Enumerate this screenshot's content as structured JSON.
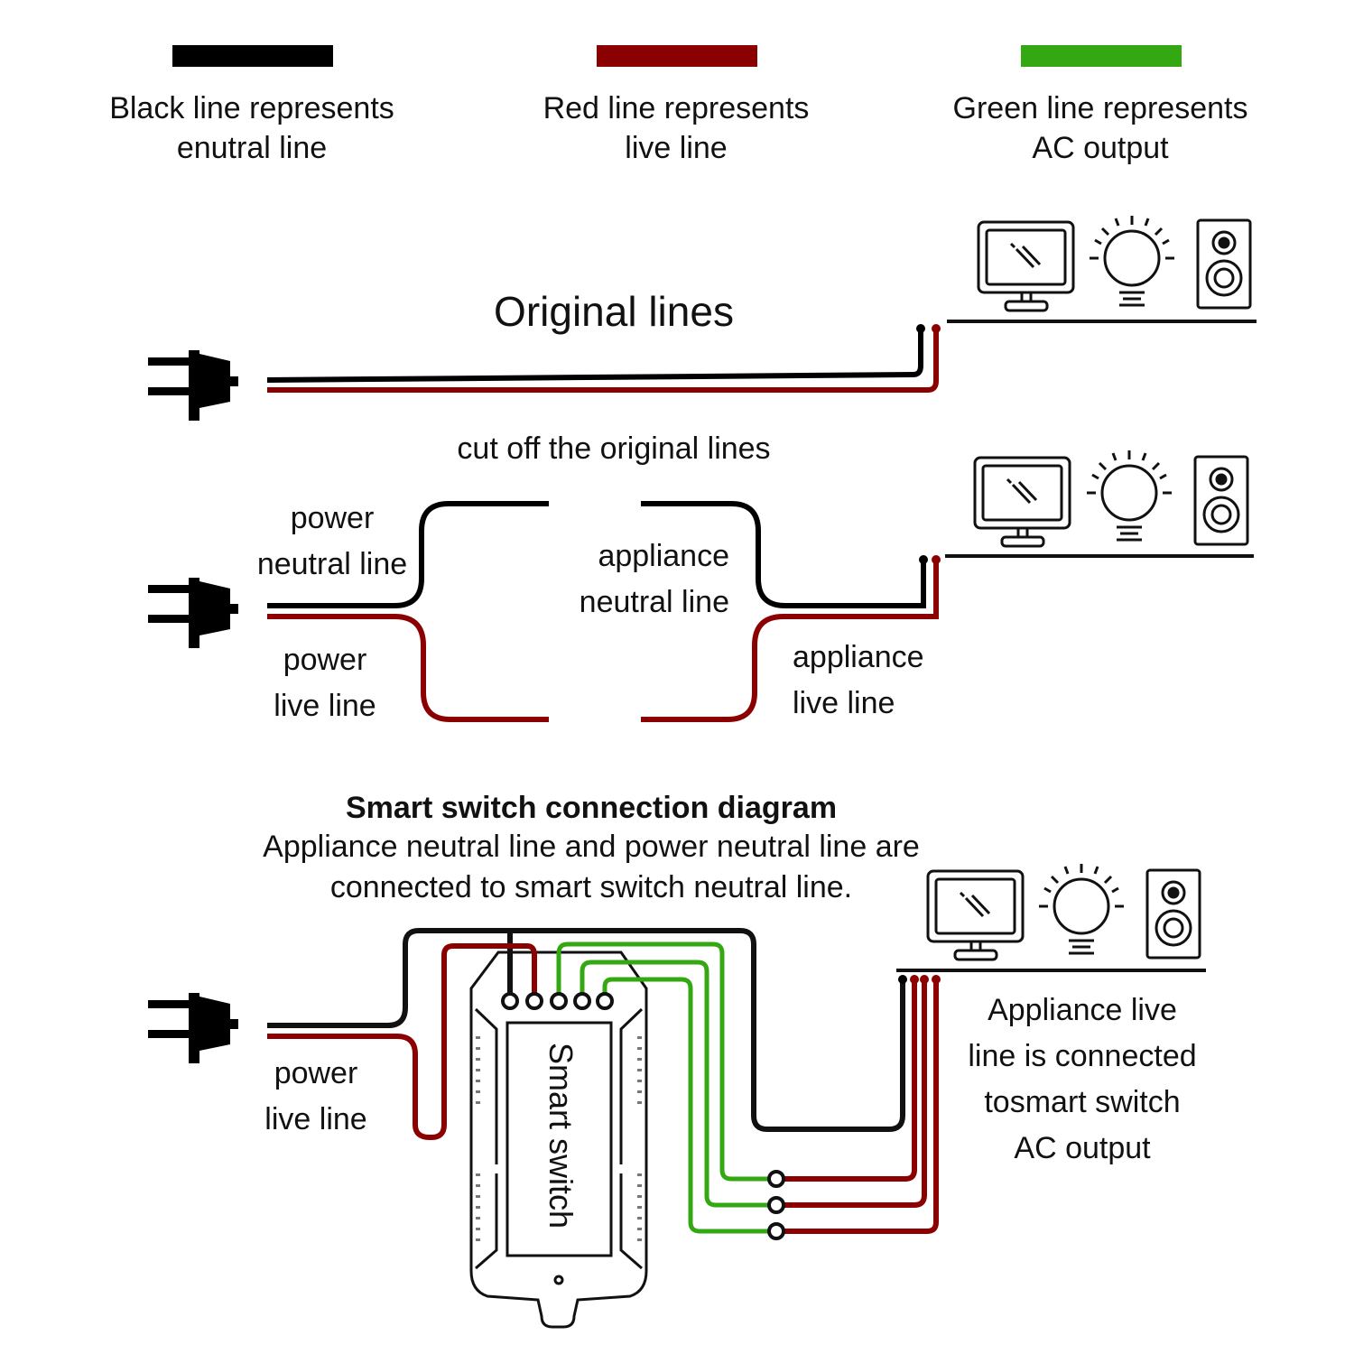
{
  "legend": {
    "black": {
      "color": "#000000",
      "line1": "Black line represents",
      "line2": "enutral line"
    },
    "red": {
      "color": "#8B0000",
      "line1": "Red line represents",
      "line2": "live line"
    },
    "green": {
      "color": "#33A812",
      "line1": "Green line represents",
      "line2": "AC output"
    }
  },
  "section1": {
    "title": "Original lines"
  },
  "section2": {
    "title": "cut off the original lines",
    "power_neutral": [
      "power",
      "neutral line"
    ],
    "power_live": [
      "power",
      "live line"
    ],
    "appliance_neutral": [
      "appliance",
      "neutral line"
    ],
    "appliance_live": [
      "appliance",
      "live line"
    ]
  },
  "section3": {
    "title": "Smart switch connection diagram",
    "subtitle1": "Appliance neutral line and power neutral line are",
    "subtitle2": "connected to smart switch neutral line.",
    "power_live": [
      "power",
      "live line"
    ],
    "device_label": "Smart switch",
    "note": [
      "Appliance live",
      "line is connected",
      "tosmart switch",
      "AC output"
    ]
  },
  "icons": [
    "monitor-icon",
    "light-bulb-icon",
    "speaker-icon",
    "plug-icon"
  ]
}
